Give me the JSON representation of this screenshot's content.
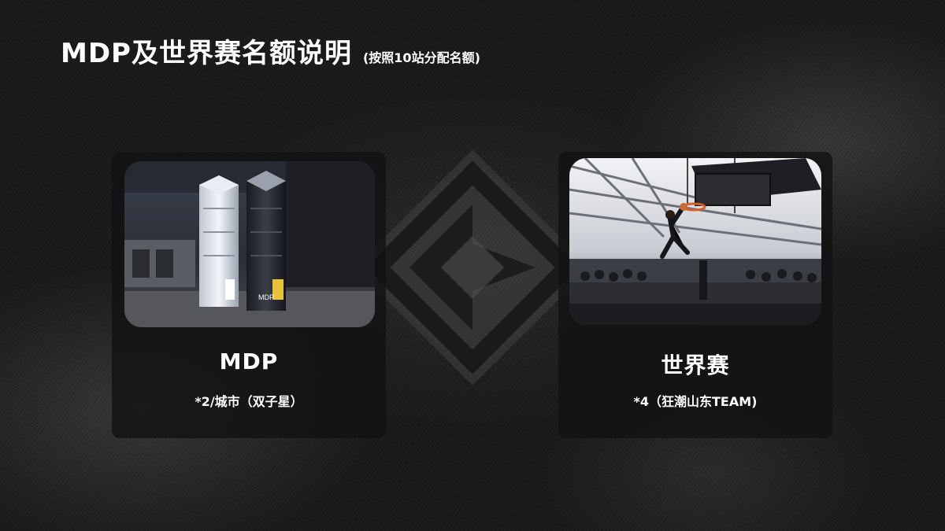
{
  "header": {
    "title": "MDP及世界赛名额说明",
    "subtitle": "(按照10站分配名额)"
  },
  "cards": [
    {
      "label": "MDP",
      "note": "*2/城市（双子星）"
    },
    {
      "label": "世界赛",
      "note": "*4（狂潮山东TEAM)"
    }
  ],
  "trophies": {
    "brand_text": "MDP"
  },
  "colors": {
    "background": "#1a1a1a",
    "card": "#121212",
    "text": "#ffffff",
    "accent": "#e8c33a"
  }
}
